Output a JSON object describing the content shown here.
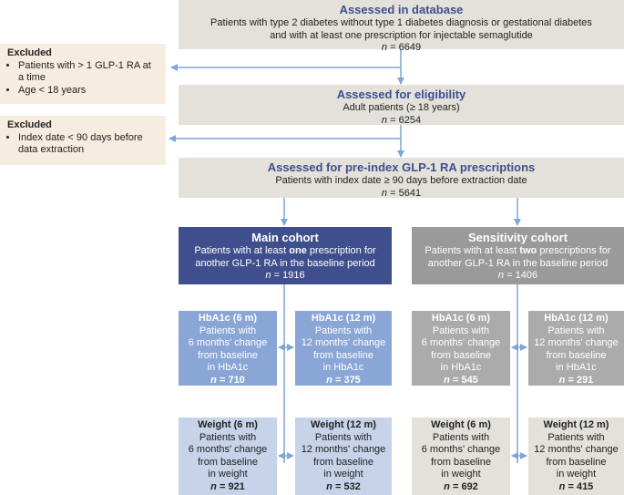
{
  "database": {
    "title": "Assessed in database",
    "line1": "Patients with type 2 diabetes without type 1 diabetes diagnosis or gestational diabetes",
    "line2": "and with at least one prescription for injectable semaglutide",
    "n": "= 6649"
  },
  "eligibility": {
    "title": "Assessed for eligibility",
    "line1": "Adult patients (≥ 18 years)",
    "n": "= 6254"
  },
  "preindex": {
    "title": "Assessed for pre-index GLP-1 RA prescriptions",
    "line1": "Patients with index date ≥ 90 days before extraction date",
    "n": "= 5641"
  },
  "n_label": "n",
  "excluded1": {
    "title": "Excluded",
    "items": [
      "Patients with > 1 GLP-1 RA at a time",
      "Age < 18 years"
    ]
  },
  "excluded2": {
    "title": "Excluded",
    "items": [
      "Index date < 90 days before data extraction"
    ]
  },
  "main_cohort": {
    "title": "Main cohort",
    "pre": "Patients with at least",
    "emph": "one",
    "post": "prescription for",
    "line2": "another GLP-1 RA in the baseline period",
    "n": "= 1916"
  },
  "sens_cohort": {
    "title": "Sensitivity cohort",
    "pre": "Patients with at least",
    "emph": "two",
    "post": "prescriptions for",
    "line2": "another GLP-1 RA in the baseline period",
    "n": "= 1406"
  },
  "subgroups": {
    "main_hb6": {
      "title": "HbA1c (6 m)",
      "l1": "Patients with",
      "l2": "6 months' change",
      "l3": "from baseline",
      "l4": "in HbA1c",
      "n": "= 710"
    },
    "main_hb12": {
      "title": "HbA1c (12 m)",
      "l1": "Patients with",
      "l2": "12 months' change",
      "l3": "from baseline",
      "l4": "in HbA1c",
      "n": "= 375"
    },
    "sens_hb6": {
      "title": "HbA1c (6 m)",
      "l1": "Patients with",
      "l2": "6 months' change",
      "l3": "from baseline",
      "l4": "in HbA1c",
      "n": "= 545"
    },
    "sens_hb12": {
      "title": "HbA1c (12 m)",
      "l1": "Patients with",
      "l2": "12 months' change",
      "l3": "from baseline",
      "l4": "in HbA1c",
      "n": "= 291"
    },
    "main_wt6": {
      "title": "Weight (6 m)",
      "l1": "Patients with",
      "l2": "6 months' change",
      "l3": "from baseline",
      "l4": "in weight",
      "n": "= 921"
    },
    "main_wt12": {
      "title": "Weight (12 m)",
      "l1": "Patients with",
      "l2": "12 months' change",
      "l3": "from baseline",
      "l4": "in weight",
      "n": "= 532"
    },
    "sens_wt6": {
      "title": "Weight (6 m)",
      "l1": "Patients with",
      "l2": "6 months' change",
      "l3": "from baseline",
      "l4": "in weight",
      "n": "= 692"
    },
    "sens_wt12": {
      "title": "Weight (12 m)",
      "l1": "Patients with",
      "l2": "12 months' change",
      "l3": "from baseline",
      "l4": "in weight",
      "n": "= 415"
    }
  },
  "colors": {
    "connector": "#7ea6d8",
    "main_cohort": "#3f4f8d",
    "sensitivity_cohort": "#9a9a9a",
    "title_blue": "#3d4f8f"
  }
}
